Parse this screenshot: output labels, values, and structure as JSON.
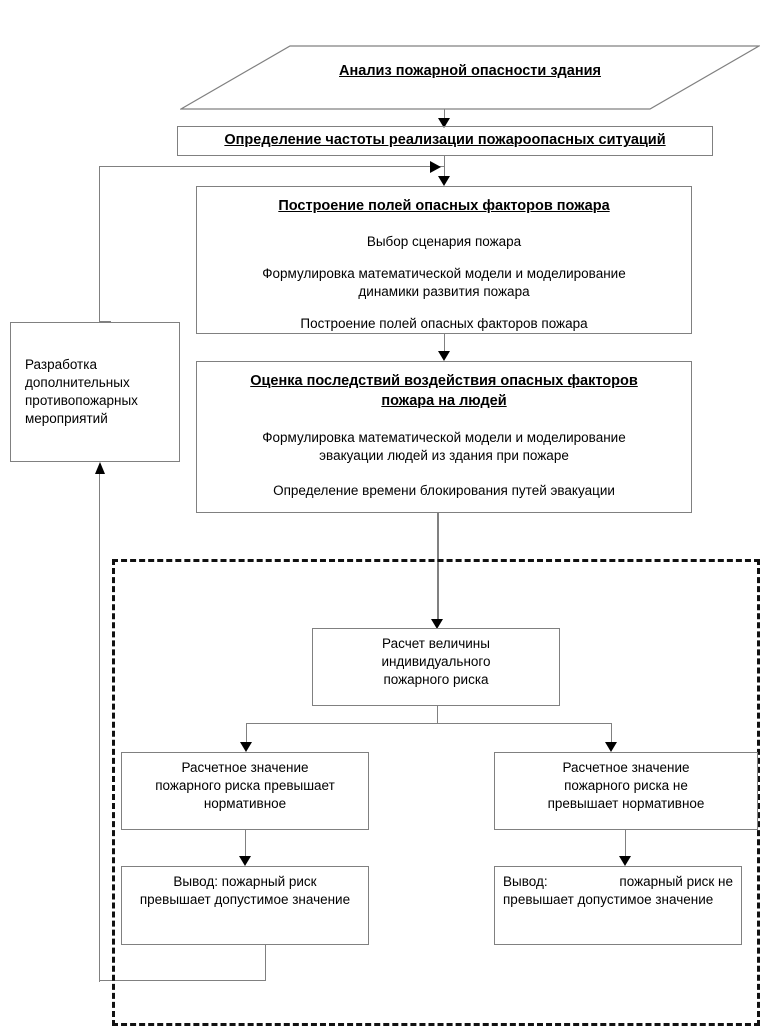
{
  "diagram": {
    "title_node": {
      "label": "Анализ пожарной опасности здания",
      "shape": "parallelogram"
    },
    "nodes": [
      {
        "id": "frequency",
        "title": "Определение частоты реализации пожароопасных ситуаций"
      },
      {
        "id": "fields",
        "title": "Построение полей опасных факторов пожара",
        "lines": [
          "Выбор сценария пожара",
          "Формулировка математической модели и моделирование",
          "динамики развития пожара",
          "Построение полей опасных факторов пожара"
        ]
      },
      {
        "id": "consequences",
        "title_line1": "Оценка последствий воздействия опасных факторов",
        "title_line2": "пожара на людей",
        "lines": [
          "Формулировка математической модели и моделирование",
          "эвакуации людей из здания при пожаре",
          "Определение времени блокирования путей эвакуации"
        ]
      },
      {
        "id": "measures",
        "lines": [
          "Разработка",
          "дополнительных",
          "противопожарных",
          "мероприятий"
        ]
      },
      {
        "id": "risk-calc",
        "lines": [
          "Расчет величины",
          "индивидуального",
          "пожарного риска"
        ]
      },
      {
        "id": "exceeds",
        "lines": [
          "Расчетное значение",
          "пожарного риска превышает",
          "нормативное"
        ]
      },
      {
        "id": "not-exceeds",
        "lines": [
          "Расчетное значение",
          "пожарного риска не",
          "превышает нормативное"
        ]
      },
      {
        "id": "conclusion-exceeds",
        "lines": [
          "Вывод: пожарный риск",
          "превышает допустимое значение"
        ]
      },
      {
        "id": "conclusion-not-exceeds",
        "line1_a": "Вывод:",
        "line1_b": "пожарный риск не",
        "line2": "превышает допустимое значение"
      }
    ],
    "colors": {
      "box_border": "#808080",
      "line": "#808080",
      "arrow": "#000000",
      "dashed_border": "#111111",
      "text": "#000000",
      "background": "#ffffff"
    }
  }
}
